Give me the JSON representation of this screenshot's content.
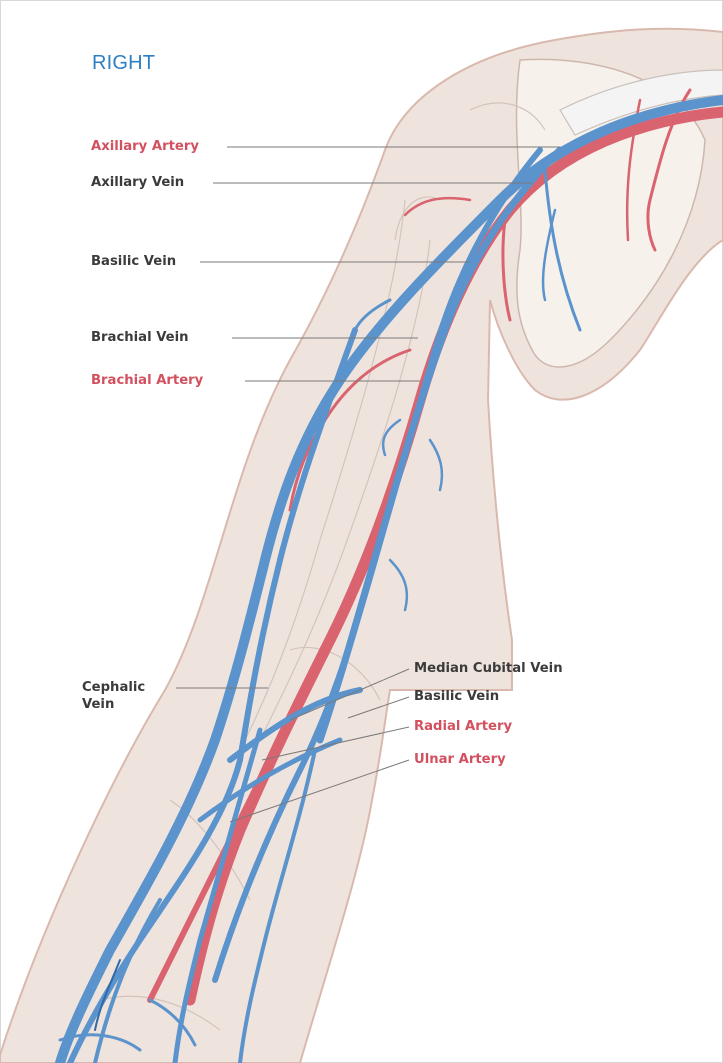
{
  "diagram": {
    "side_label": "RIGHT",
    "labels": [
      {
        "id": "axillary-artery",
        "text": "Axillary Artery",
        "kind": "artery"
      },
      {
        "id": "axillary-vein",
        "text": "Axillary Vein",
        "kind": "vein"
      },
      {
        "id": "basilic-vein-upper",
        "text": "Basilic Vein",
        "kind": "vein"
      },
      {
        "id": "brachial-vein",
        "text": "Brachial Vein",
        "kind": "vein"
      },
      {
        "id": "brachial-artery",
        "text": "Brachial Artery",
        "kind": "artery"
      },
      {
        "id": "cephalic-vein",
        "text": "Cephalic\nVein",
        "kind": "vein"
      },
      {
        "id": "median-cubital-vein",
        "text": "Median Cubital Vein",
        "kind": "vein"
      },
      {
        "id": "basilic-vein-lower",
        "text": "Basilic Vein",
        "kind": "vein"
      },
      {
        "id": "radial-artery",
        "text": "Radial Artery",
        "kind": "artery"
      },
      {
        "id": "ulnar-artery",
        "text": "Ulnar Artery",
        "kind": "artery"
      }
    ]
  },
  "colors": {
    "side_label": "#2d7fc1",
    "artery_text": "#d3505f",
    "vein_text": "#3b3b3b",
    "leader": "#7a7a7a",
    "skin_fill": "#efe4dd",
    "skin_outline": "#d9b9ad",
    "artery": "#d9646f",
    "vein": "#5b93cc",
    "vein_dark": "#2f6aa8",
    "nerve_outline": "#c8b6ae"
  }
}
